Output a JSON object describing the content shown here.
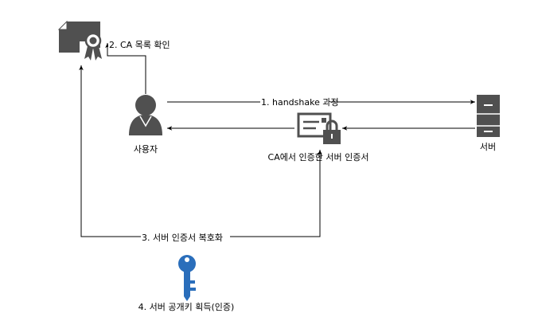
{
  "diagram": {
    "nodes": {
      "user": {
        "label": "사용자",
        "icon": "user-icon"
      },
      "server": {
        "label": "서버",
        "icon": "server-icon"
      },
      "certificate": {
        "label": "CA에서 인증한 서버 인증서",
        "icon": "secure-certificate-icon"
      },
      "ca": {
        "label": "",
        "icon": "certificate-icon"
      },
      "key": {
        "label": "4. 서버 공개키 획득(인증)",
        "icon": "key-icon",
        "color": "#2a6ebb"
      }
    },
    "edges": {
      "handshake": {
        "label": "1. handshake 과정"
      },
      "ca_check": {
        "label": "2. CA 목록 확인"
      },
      "decrypt": {
        "label": "3. 서버 인증서 복호화"
      }
    },
    "colors": {
      "icon": "#505050",
      "line": "#000000",
      "key": "#2a6ebb"
    }
  }
}
